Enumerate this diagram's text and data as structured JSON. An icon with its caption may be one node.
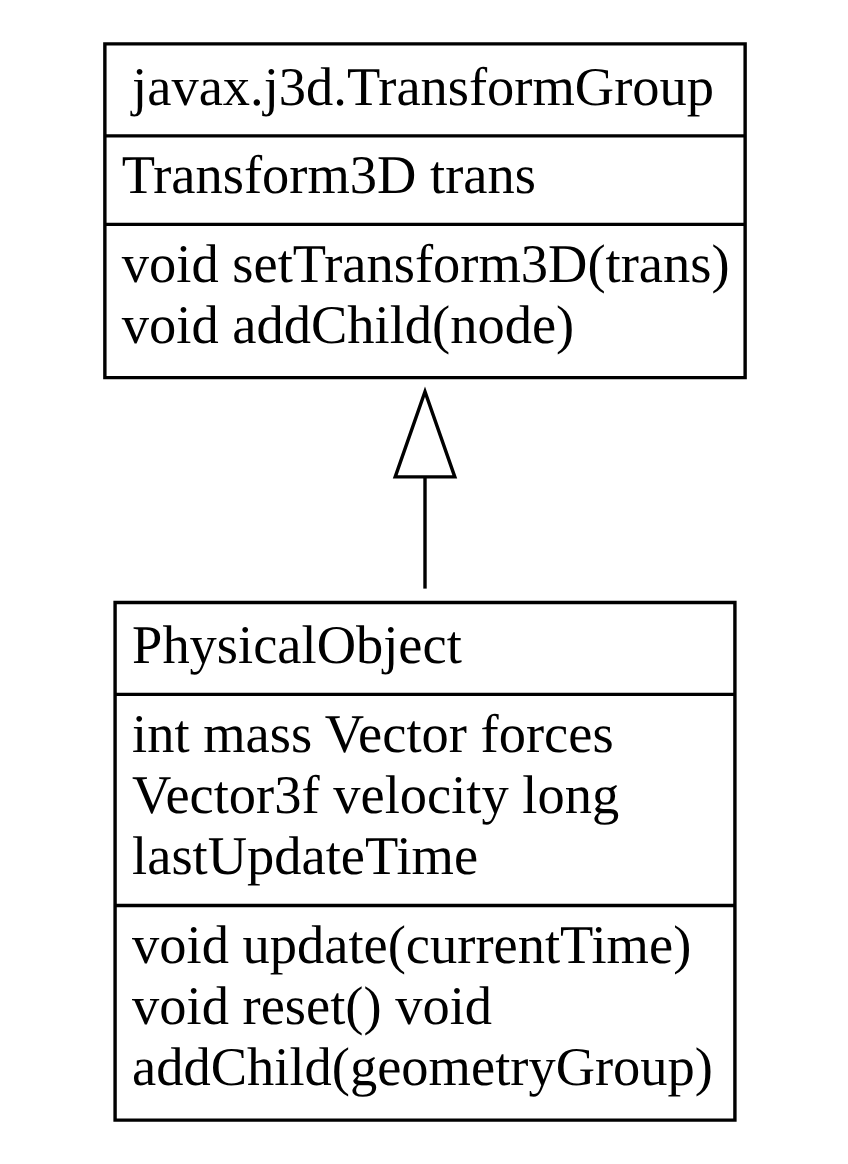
{
  "diagram": {
    "nodes": [
      {
        "text": [
          "javax.j3d.TransformGroup",
          "Transform3D trans",
          "void setTransform3D(trans) void addChild(node)"
        ]
      },
      {
        "text": [
          "PhysicalObject",
          "int mass Vector forces Vector3f velocity long lastUpdateTime",
          "void update(currentTime) void reset() void addChild(geometryGroup)"
        ]
      }
    ],
    "edges": [
      {
        "from": 1,
        "to": 0,
        "arrow": "to"
      }
    ]
  }
}
